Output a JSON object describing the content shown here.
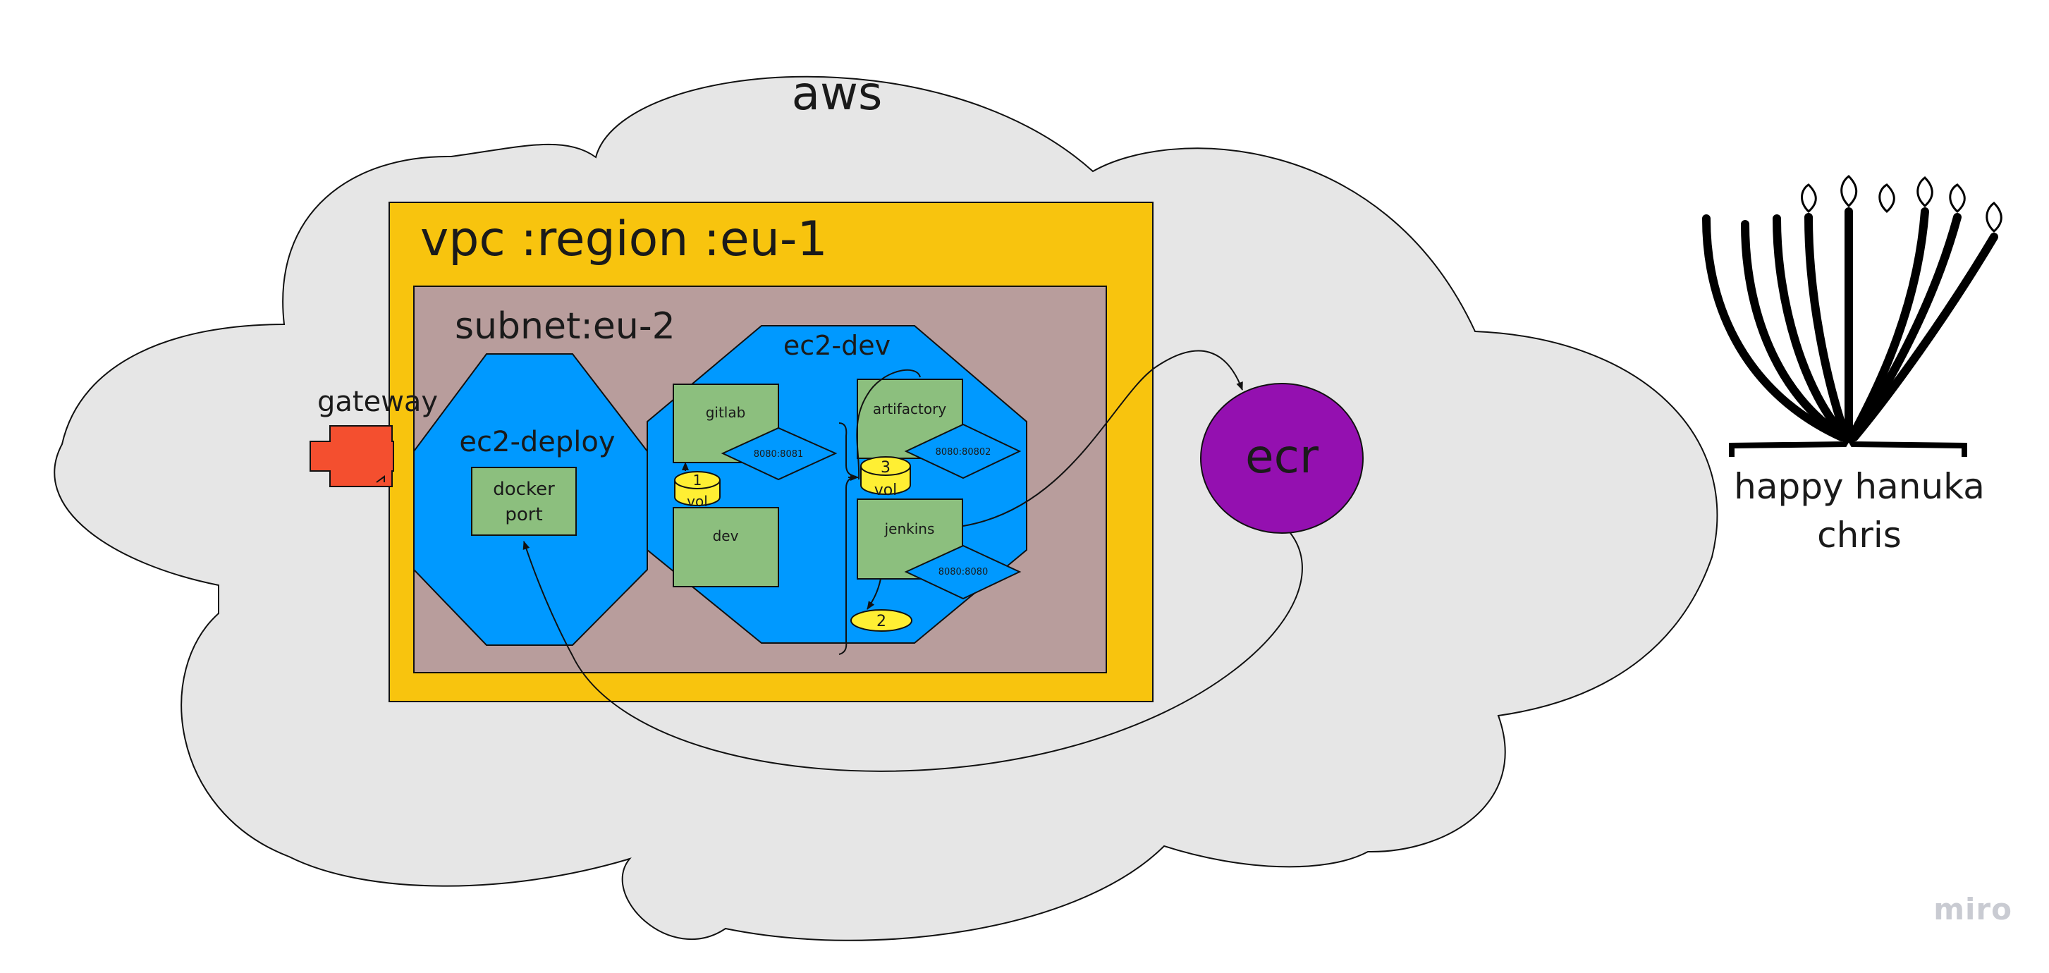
{
  "diagram": {
    "cloud_label": "aws",
    "vpc_label": "vpc :region :eu-1",
    "subnet_label": "subnet:eu-2",
    "gateway_label": "gateway",
    "ec2_deploy": {
      "label": "ec2-deploy",
      "docker_port_line1": "docker",
      "docker_port_line2": "port"
    },
    "ec2_dev": {
      "label": "ec2-dev",
      "gitlab": {
        "label": "gitlab",
        "port": "8080:8081"
      },
      "dev": {
        "label": "dev"
      },
      "artifactory": {
        "label": "artifactory",
        "port": "8080:80802"
      },
      "jenkins": {
        "label": "jenkins",
        "port": "8080:8080"
      },
      "volumes": [
        {
          "number": "1",
          "label": "vol"
        },
        {
          "number": "3",
          "label": "vol"
        },
        {
          "number": "2",
          "label": ""
        }
      ]
    },
    "ecr_label": "ecr",
    "menorah": {
      "line1": "happy hanuka",
      "line2": "chris"
    }
  },
  "colors": {
    "cloud": "#e6e6e6",
    "vpc": "#f8c40e",
    "subnet": "#b89d9c",
    "ec2": "#0099ff",
    "container": "#8cbf7e",
    "volume": "#ffef33",
    "gateway": "#f44f2f",
    "ecr": "#9410b0"
  },
  "watermark": "miro"
}
